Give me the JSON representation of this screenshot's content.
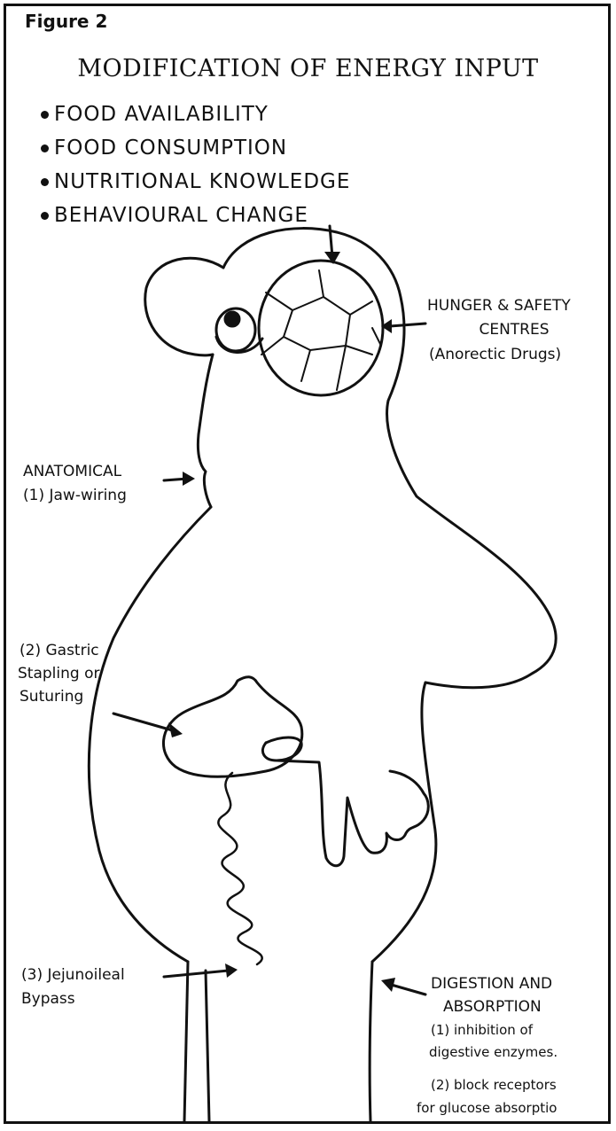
{
  "figure_label": "Figure 2",
  "title": "MODIFICATION OF ENERGY INPUT",
  "bullets": [
    "FOOD AVAILABILITY",
    "FOOD CONSUMPTION",
    "NUTRITIONAL KNOWLEDGE",
    "BEHAVIOURAL CHANGE"
  ],
  "hunger": {
    "line1": "HUNGER & SAFETY",
    "line2": "CENTRES",
    "line3": "(Anorectic Drugs)"
  },
  "anatomical": {
    "line1": "ANATOMICAL",
    "line2": "(1) Jaw-wiring"
  },
  "gastric": {
    "line1": "(2) Gastric",
    "line2": "Stapling or",
    "line3": "Suturing"
  },
  "jejunoileal": {
    "line1": "(3) Jejunoileal",
    "line2": "Bypass"
  },
  "digestion": {
    "line1": "DIGESTION AND",
    "line2": "ABSORPTION",
    "line3": "(1) inhibition of",
    "line4": "digestive enzymes.",
    "line5": "(2) block receptors",
    "line6": "for glucose absorptio"
  }
}
